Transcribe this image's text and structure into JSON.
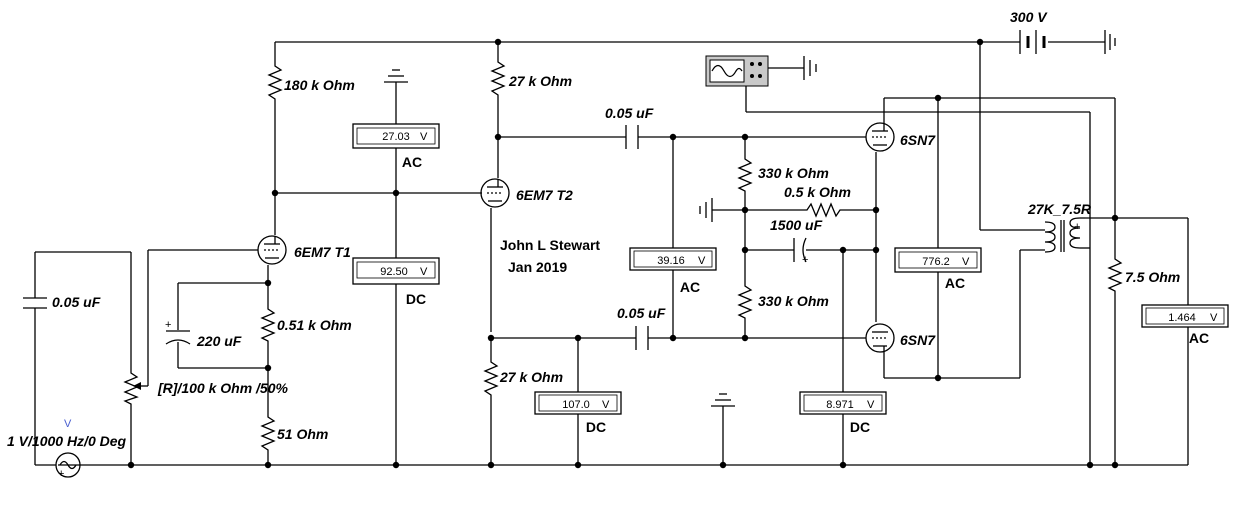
{
  "supply": {
    "label": "300 V"
  },
  "source": {
    "label": "1 V/1000 Hz/0 Deg",
    "marker": "V"
  },
  "signature": {
    "author": "John L Stewart",
    "date": "Jan 2019"
  },
  "components": {
    "c_in": "0.05 uF",
    "r_pot": "[R]/100 k Ohm /50%",
    "r_180k": "180 k Ohm",
    "c_220": "220 uF",
    "r_051": "0.51 k Ohm",
    "r_51": "51  Ohm",
    "t1": "6EM7 T1",
    "t2": "6EM7 T2",
    "r_27k_top": "27 k Ohm",
    "r_27k_bot": "27 k Ohm",
    "c_005_top": "0.05 uF",
    "c_005_bot": "0.05 uF",
    "r_330_top": "330 k Ohm",
    "r_330_bot": "330 k Ohm",
    "r_05k": "0.5 k Ohm",
    "c_1500": "1500 uF",
    "v_top": "6SN7",
    "v_bot": "6SN7",
    "transformer": "27K_7.5R",
    "r_load": "7.5  Ohm"
  },
  "meters": [
    {
      "value": "27.03",
      "unit": "V",
      "mode": "AC"
    },
    {
      "value": "92.50",
      "unit": "V",
      "mode": "DC"
    },
    {
      "value": "39.16",
      "unit": "V",
      "mode": "AC"
    },
    {
      "value": "107.0",
      "unit": "V",
      "mode": "DC"
    },
    {
      "value": "8.971",
      "unit": "V",
      "mode": "DC"
    },
    {
      "value": "776.2",
      "unit": "V",
      "mode": "AC"
    },
    {
      "value": "1.464",
      "unit": "V",
      "mode": "AC"
    }
  ]
}
